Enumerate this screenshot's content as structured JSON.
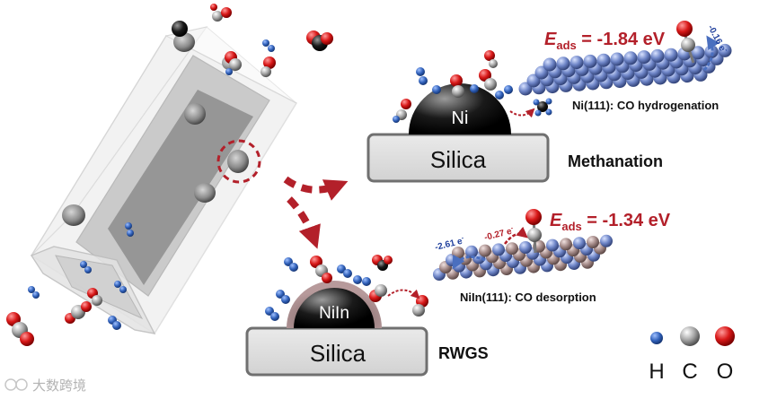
{
  "labels": {
    "top_particle": "Ni",
    "top_support": "Silica",
    "top_process": "Methanation",
    "top_eads_symbol": "E",
    "top_eads_sub": "ads",
    "top_eads_value": " = -1.84 eV",
    "top_charge": "-0.16 e",
    "top_surface_caption": "Ni(111): CO hydrogenation",
    "bottom_particle": "NiIn",
    "bottom_support": "Silica",
    "bottom_process": "RWGS",
    "bottom_eads_symbol": "E",
    "bottom_eads_sub": "ads",
    "bottom_eads_value": " = -1.34 eV",
    "bottom_charge_left": "-2.61 e",
    "bottom_charge_right": "-0.27 e",
    "bottom_surface_caption": "NiIn(111): CO desorption",
    "charge_sup": "-",
    "legend_h": "H",
    "legend_c": "C",
    "legend_o": "O",
    "watermark": "大数跨境"
  },
  "colors": {
    "hydrogen": "#2f5fb8",
    "carbon": "#9a9a9a",
    "oxygen": "#d81818",
    "accent_red": "#b3202a",
    "charge_blue": "#1f3f9c",
    "nickel_atom": "#6f86c8",
    "indium_atom": "#a48a88"
  }
}
